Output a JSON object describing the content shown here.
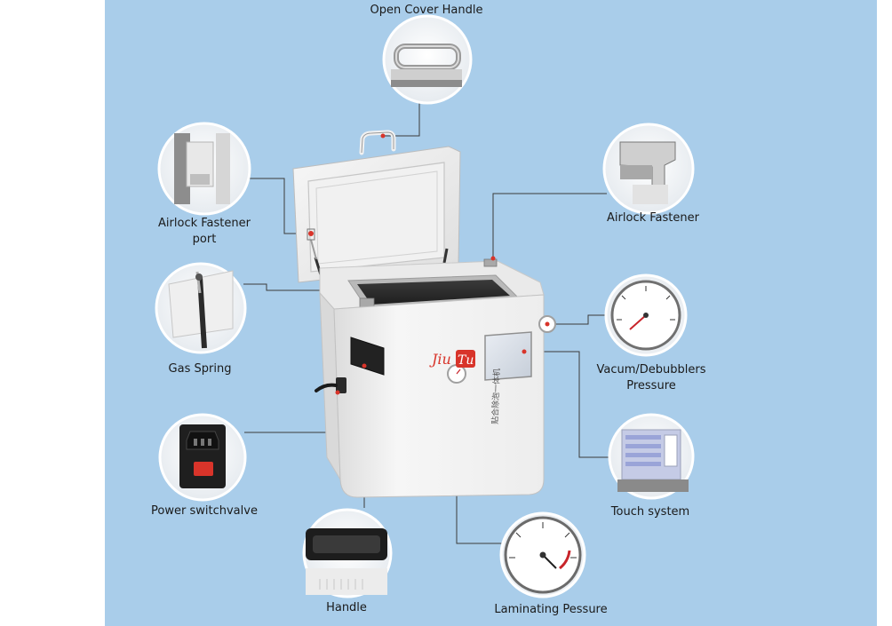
{
  "brand": {
    "part1": "Jiu",
    "part2": "Tu"
  },
  "machine_text": {
    "front_chinese": "贴合除泡一体机"
  },
  "callouts": {
    "open_cover_handle": "Open Cover Handle",
    "airlock_fastener_port_line1": "Airlock Fastener",
    "airlock_fastener_port_line2": "port",
    "airlock_fastener": "Airlock Fastener",
    "gas_spring": "Gas Spring",
    "vacuum_line1": "Vacum/Debubblers",
    "vacuum_line2": "Pressure",
    "touch_system": "Touch system",
    "power_switch": "Power switchvalve",
    "handle": "Handle",
    "laminating_pressure": "Laminating Pessure"
  },
  "colors": {
    "background_panel": "#a9cdea",
    "machine_body": "#f3f3f3",
    "leader_line": "#3a3a3a",
    "brand_red": "#d8342a",
    "gauge_needle": "#c8242a"
  },
  "icons": {
    "detail_circles": [
      "handle-closeup",
      "airlock-port-closeup",
      "airlock-fastener-closeup",
      "gas-spring-closeup",
      "vacuum-gauge-closeup",
      "touch-screen-closeup",
      "power-socket-closeup",
      "side-handle-closeup",
      "laminating-gauge-closeup"
    ]
  }
}
